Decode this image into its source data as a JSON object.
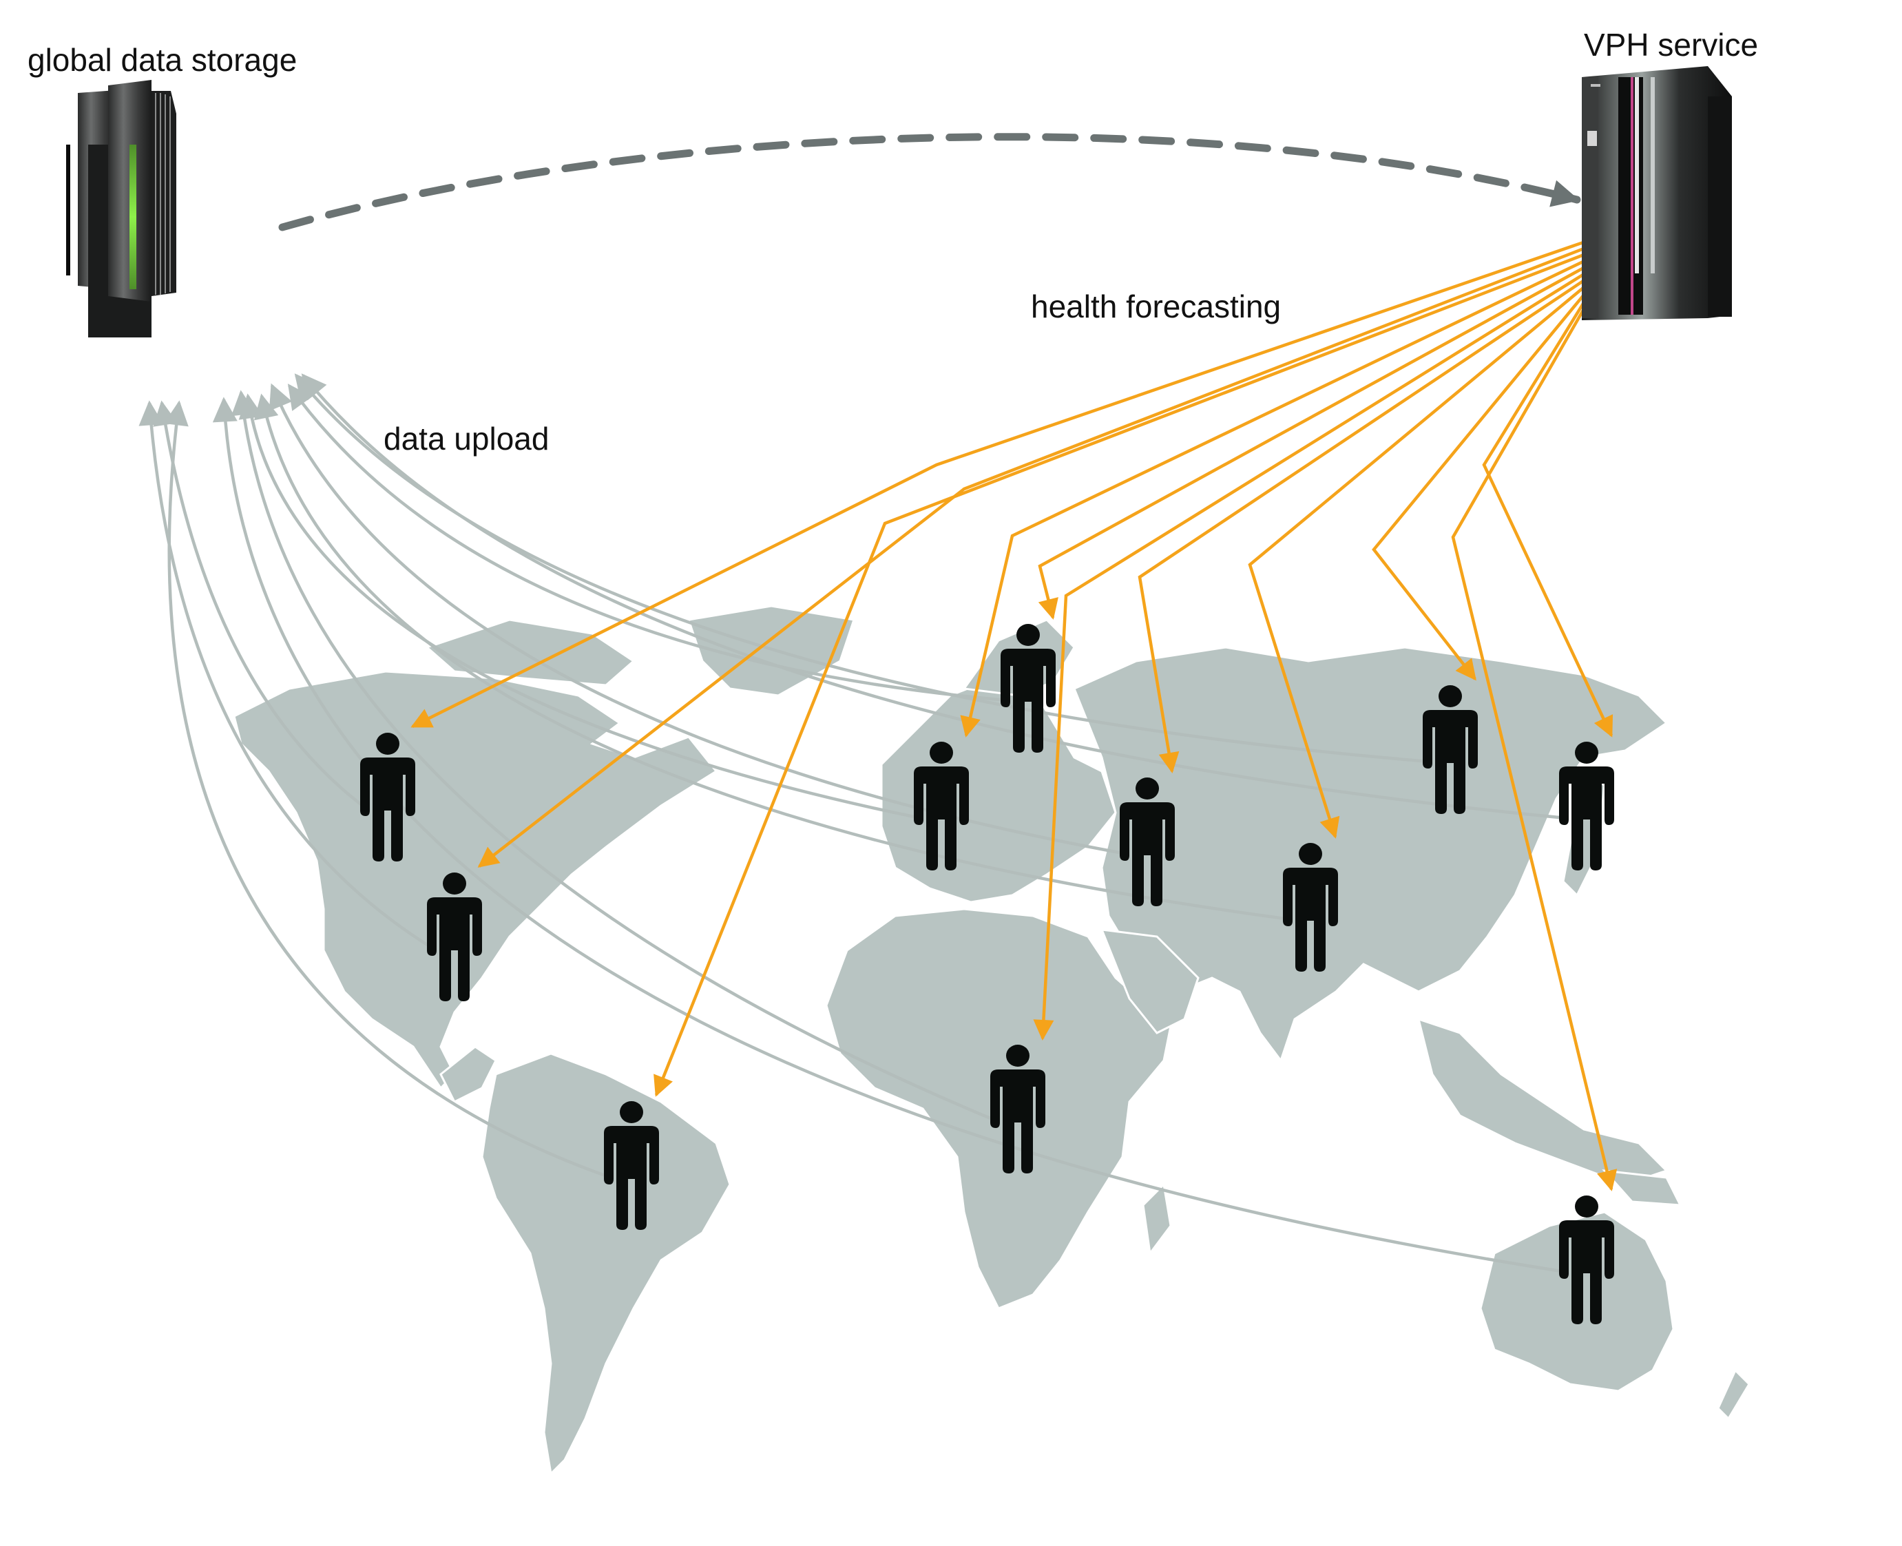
{
  "labels": {
    "storage": "global data storage",
    "vph": "VPH service",
    "forecast": "health forecasting",
    "upload": "data upload"
  },
  "colors": {
    "land": "#b8c4c2",
    "border": "#ffffff",
    "upload_arrow": "#b3bdbb",
    "forecast_arrow": "#f5a31a",
    "sync_arrow": "#6b7373",
    "person": "#0a0d0c",
    "storage_led": "#6fc12e",
    "vph_led": "#c2468a"
  },
  "nodes": {
    "storage": {
      "name": "global data storage",
      "icon": "server-rack-icon"
    },
    "vph": {
      "name": "VPH service",
      "icon": "mainframe-icon"
    }
  },
  "people": [
    {
      "id": "north-america-west",
      "region": "North America"
    },
    {
      "id": "north-america-south",
      "region": "North America (Gulf)"
    },
    {
      "id": "south-america",
      "region": "South America"
    },
    {
      "id": "western-europe",
      "region": "Western Europe"
    },
    {
      "id": "scandinavia",
      "region": "Scandinavia"
    },
    {
      "id": "central-africa",
      "region": "Central Africa"
    },
    {
      "id": "middle-east",
      "region": "Middle East"
    },
    {
      "id": "india",
      "region": "India"
    },
    {
      "id": "siberia",
      "region": "Russia / Siberia"
    },
    {
      "id": "japan",
      "region": "Japan"
    },
    {
      "id": "australia",
      "region": "Australia"
    }
  ],
  "flows": {
    "upload": {
      "from": "people",
      "to": "storage",
      "count": 11
    },
    "forecast": {
      "from": "vph",
      "to": "people",
      "count": 11
    },
    "sync": {
      "from": "storage",
      "to": "vph",
      "style": "dashed"
    }
  }
}
